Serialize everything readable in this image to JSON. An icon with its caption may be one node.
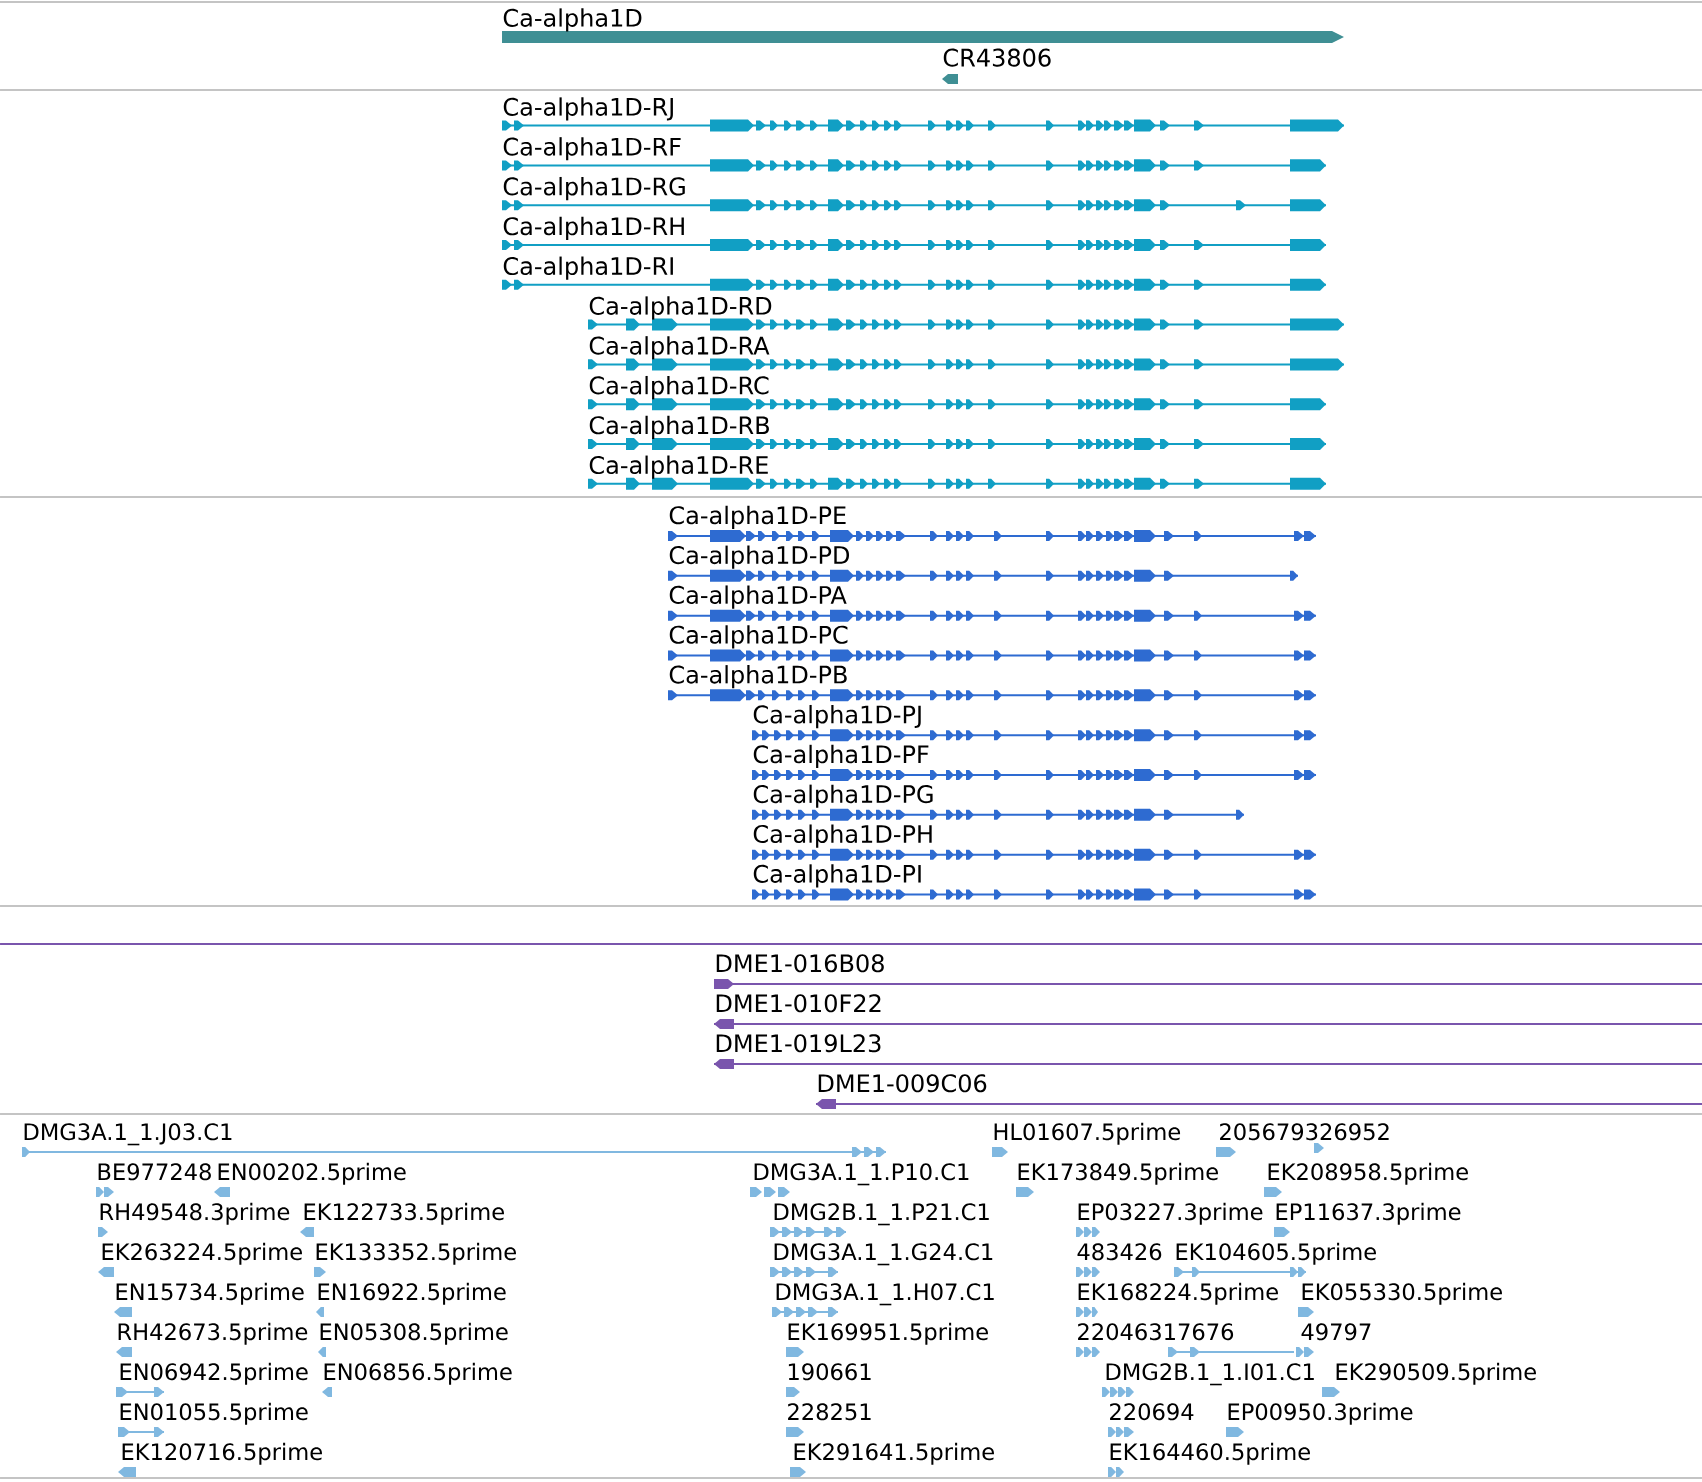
{
  "diagram": {
    "labels": [
      "Ca-alpha1D",
      "CR43806",
      "Ca-alpha1D-RJ",
      "Ca-alpha1D-RF",
      "Ca-alpha1D-RG",
      "Ca-alpha1D-RH",
      "Ca-alpha1D-RI",
      "Ca-alpha1D-RD",
      "Ca-alpha1D-RA",
      "Ca-alpha1D-RC",
      "Ca-alpha1D-RB",
      "Ca-alpha1D-RE",
      "Ca-alpha1D-PE",
      "Ca-alpha1D-PD",
      "Ca-alpha1D-PA",
      "Ca-alpha1D-PC",
      "Ca-alpha1D-PB",
      "Ca-alpha1D-PJ",
      "Ca-alpha1D-PF",
      "Ca-alpha1D-PG",
      "Ca-alpha1D-PH",
      "Ca-alpha1D-PI",
      "DME1-016B08",
      "DME1-010F22",
      "DME1-019L23",
      "DME1-009C06",
      "DMG3A.1_1.J03.C1",
      "HL01607.5prime",
      "205679326952",
      "BE977248",
      "EN00202.5prime",
      "DMG3A.1_1.P10.C1",
      "EK173849.5prime",
      "EK208958.5prime",
      "RH49548.3prime",
      "EK122733.5prime",
      "DMG2B.1_1.P21.C1",
      "EP03227.3prime",
      "EP11637.3prime",
      "EK263224.5prime",
      "EK133352.5prime",
      "DMG3A.1_1.G24.C1",
      "483426",
      "EK104605.5prime",
      "EN15734.5prime",
      "EN16922.5prime",
      "DMG3A.1_1.H07.C1",
      "EK168224.5prime",
      "EK055330.5prime",
      "RH42673.5prime",
      "EN05308.5prime",
      "EK169951.5prime",
      "22046317676",
      "49797",
      "EN06942.5prime",
      "EN06856.5prime",
      "190661",
      "DMG2B.1_1.I01.C1",
      "EK290509.5prime",
      "EN01055.5prime",
      "228251",
      "220694",
      "EP00950.3prime",
      "EK120716.5prime",
      "EK291641.5prime",
      "EK164460.5prime"
    ]
  }
}
